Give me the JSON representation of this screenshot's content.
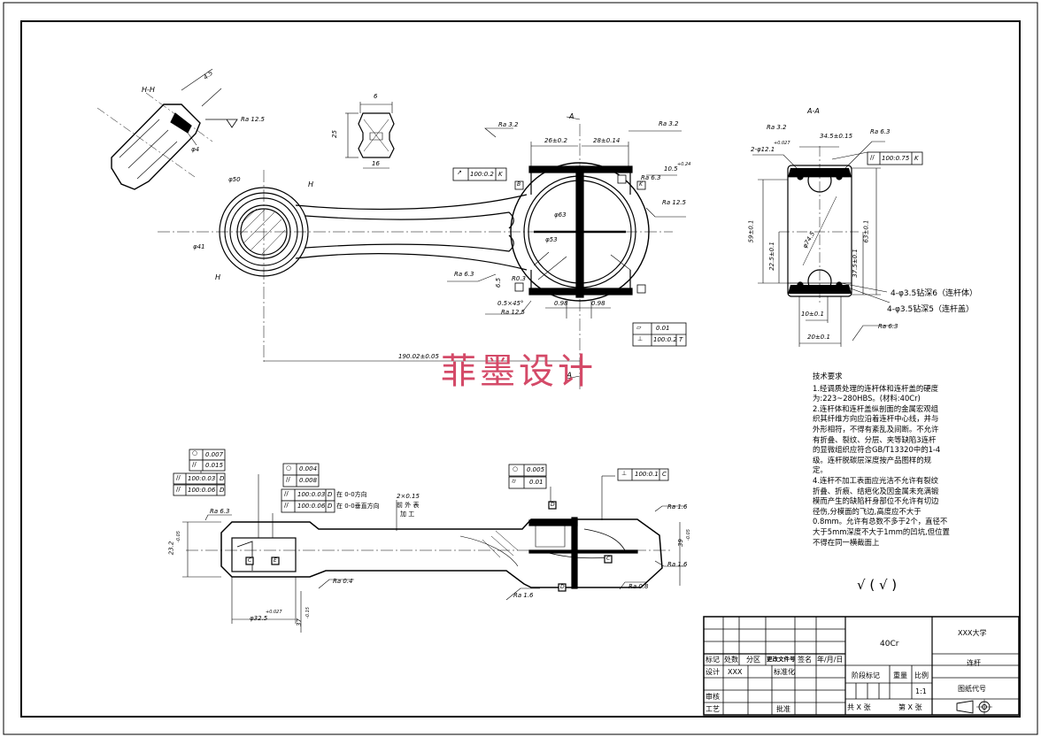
{
  "sections": {
    "hh": "H-H",
    "aa": "A-A",
    "a_top": "A",
    "a_bottom": "A",
    "h_upper": "H",
    "h_lower": "H"
  },
  "roughness": {
    "r125a": "Ra 12.5",
    "r32a": "Ra 3.2",
    "r32b": "Ra 3.2",
    "r32c": "Ra 3.2",
    "r63a": "Ra 6.3",
    "r63b": "Ra 6.3",
    "r125b": "Ra 12.5",
    "r125c": "Ra 12.5",
    "r63c": "Ra 6.3",
    "r63d": "Ra 6.3",
    "r63e": "Ra 6.3",
    "r16a": "Ra 1.6",
    "r16b": "Ra 1.6",
    "r16c": "Ra 1.6",
    "r08a": "Ra 0.8",
    "r04": "Ra 0.4"
  },
  "dims": {
    "d4": "φ4",
    "d45": "4.5",
    "w6": "6",
    "h25": "25",
    "w16": "16",
    "d50": "φ50",
    "d41": "φ41",
    "d63": "φ63",
    "d53": "φ53",
    "w26": "26±0.2",
    "w28": "28±0.14",
    "d105": "10.5",
    "d105tol": "+0.24",
    "len190": "190.02±0.05",
    "r03": "R0.3",
    "d65": "6.5",
    "ch": "0.5×45°",
    "g098a": "0.98",
    "g098b": "0.98",
    "aa_w": "34.5±0.15",
    "aa_hole": "2-φ12.1",
    "aa_hole_tol": "+0.027",
    "h59": "59±0.1",
    "h225": "22.5±0.1",
    "h63": "63±0.1",
    "h375": "37.5±0.1",
    "d745": "φ74.5",
    "w10": "10±0.1",
    "w20": "20±0.1",
    "drill1": "4-φ3.5钻深6（连杆体）",
    "drill2": "4-φ3.5钻深5（连杆盖）",
    "w232": "23.2",
    "w232tol": "-0.05",
    "w2x": "2×0.15",
    "same_dir": "前 外 表",
    "process": "加 工",
    "d325": "φ32.5",
    "d325tol": "+0.027",
    "d37": "37",
    "d37tol": "-0.15",
    "d39": "39",
    "d39tol": "-0.05"
  },
  "gdt": {
    "k1_val": "100:0.2",
    "k1_ref": "K",
    "kb_ref": "K",
    "b_ref": "B",
    "k2_val": "100:0.75",
    "k2_ref": "K",
    "flat_val": "0.01",
    "perp1_val": "100:0.2",
    "perp1_ref": "T",
    "cyl1": "0.007",
    "par1": "0.015",
    "par2_val": "100:0.03",
    "par2_ref": "D",
    "par3_val": "100:0.06",
    "par3_ref": "D",
    "cyl2": "0.004",
    "par4": "0.008",
    "par5_val": "100:0.03",
    "par5_ref": "D",
    "par5_note": "在 0-0方向",
    "par6_val": "100:0.06",
    "par6_ref": "D",
    "par6_note": "在 0-0垂直方向",
    "circ": "0.005",
    "cyl3": "0.01",
    "perp2_val": "100:0.1",
    "perp2_ref": "C",
    "lbl_c1": "C",
    "lbl_d1": "D",
    "lbl_e": "E",
    "lbl_c2": "C",
    "lbl_d2": "D"
  },
  "requirements": {
    "title": "技术要求",
    "lines": [
      "1.经调质处理的连杆体和连杆盖的硬度",
      "为:223~280HBS。(材料:40Cr)",
      "2.连杆体和连杆盖纵剖面的金属宏观组",
      "织其纤维方向应沿着连杆中心线，并与",
      "外形相符，不得有紊乱及间断。不允许",
      "有折叠、裂纹、分层、夹等缺陷3连杆",
      "的显微组织应符合GB/T13320中的1-4",
      "级。连杆脱碳层深度按产品图样的规",
      "定。",
      "4.连杆不加工表面应光洁不允许有裂纹",
      "折叠、折痕、结疤化及因金属未充满锻",
      "模而产生的缺陷杆身部位不允许有切边",
      "径伤,分模面的飞边,高度应不大于",
      "0.8mm。允许有总数不多于2个，直径不",
      "大于5mm深度不大于1mm的凹坑,但位置",
      "不得在同一横截面上"
    ],
    "symbol": "√ ( √ )"
  },
  "watermark": "菲墨设计",
  "title_block": {
    "material": "40Cr",
    "school": "XXX大学",
    "part": "连杆",
    "drawing_no": "图纸代号",
    "h_mark": "标记",
    "h_count": "处数",
    "h_zone": "分区",
    "h_docno": "更改文件号",
    "h_sign": "签名",
    "h_date": "年/月/日",
    "design": "设计",
    "designer": "XXX",
    "standard": "标准化",
    "review": "审核",
    "craft": "工艺",
    "approve": "批准",
    "stage": "阶段标记",
    "weight": "重量",
    "scale": "比例",
    "scale_val": "1:1",
    "total": "共 X 张",
    "sheet": "第 X 张"
  }
}
